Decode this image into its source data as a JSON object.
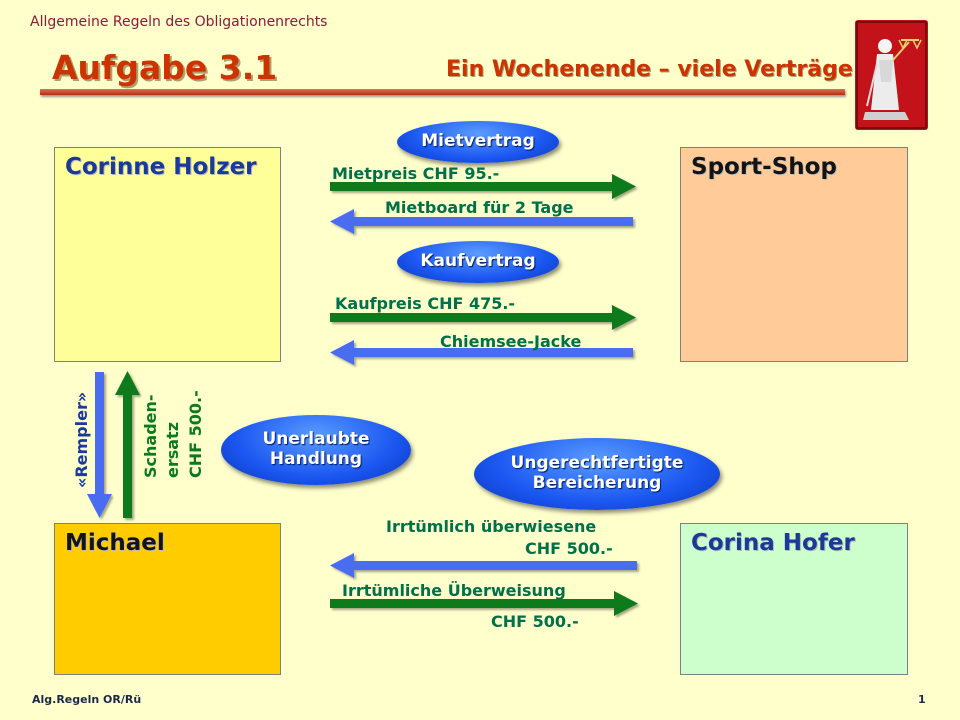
{
  "header": {
    "subject": "Allgemeine Regeln des Obligationenrechts",
    "title": "Aufgabe 3.1",
    "subtitle": "Ein Wochenende – viele Verträge"
  },
  "parties": {
    "corinne_holzer": "Corinne Holzer",
    "sport_shop": "Sport-Shop",
    "michael": "Michael",
    "corina_hofer": "Corina Hofer"
  },
  "contracts": {
    "mietvertrag": {
      "label": "Mietvertrag",
      "payment": "Mietpreis CHF 95.-",
      "service": "Mietboard für 2 Tage"
    },
    "kaufvertrag": {
      "label": "Kaufvertrag",
      "payment": "Kaufpreis CHF 475.-",
      "service": "Chiemsee-Jacke"
    },
    "unerlaubte_handlung": {
      "label_line1": "Unerlaubte",
      "label_line2": "Handlung",
      "down_label": "«Rempler»",
      "up_label_line1": "Schaden-",
      "up_label_line2": "ersatz",
      "up_label_line3": "CHF 500.-"
    },
    "bereicherung": {
      "label_line1": "Ungerechtfertigte",
      "label_line2": "Bereicherung",
      "refund_line1": "Irrtümlich überwiesene",
      "refund_line2": "CHF 500.-",
      "transfer_line1": "Irrtümliche Überweisung",
      "transfer_line2": "CHF 500.-"
    }
  },
  "footer": {
    "left": "Alg.Regeln OR/Rü",
    "page": "1"
  },
  "colors": {
    "background": "#ffffcc",
    "green_arrow": "#0a7a1c",
    "blue_arrow": "#4a6cf0",
    "title_red": "#cc3300",
    "box_corinne": "#ffff99",
    "box_sportshop": "#ffcc99",
    "box_michael": "#ffcc00",
    "box_corina": "#ccffcc"
  },
  "icons": {
    "logo": "justitia-logo-icon"
  }
}
